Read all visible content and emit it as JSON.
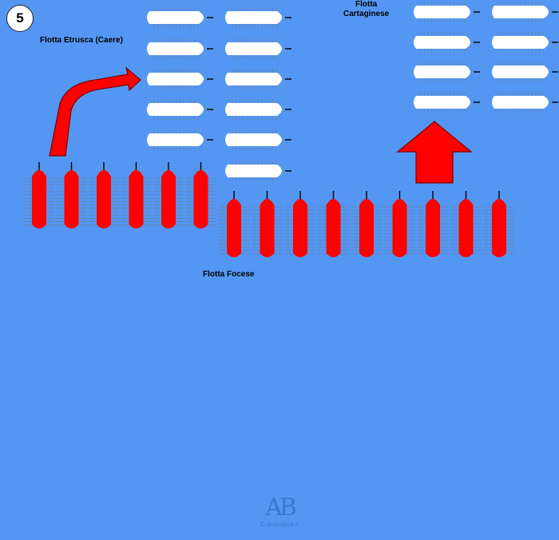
{
  "step_number": "5",
  "labels": {
    "etrusca": "Flotta Etrusca (Caere)",
    "cartaginese": "Flotta\nCartaginese",
    "focese": "Flotta Focese"
  },
  "watermark": {
    "mark": "AB",
    "copyright": "© arsbellica.it"
  },
  "colors": {
    "sea": "#5497f3",
    "phocaean_ship": "#ff0000",
    "enemy_ship": "#ffffff",
    "oars": "#6a7fa0",
    "arrow_fill": "#ff0000",
    "arrow_stroke": "#7a0000"
  },
  "fleets": {
    "etrusca": {
      "side": "enemy",
      "columns": 2,
      "ships_per_column": [
        5,
        6
      ],
      "heading": "east"
    },
    "cartaginese": {
      "side": "enemy",
      "columns": 2,
      "ships_per_column": [
        4,
        4
      ],
      "heading": "east"
    },
    "focese_left_group": {
      "side": "phocaean",
      "ships": 6,
      "heading": "north"
    },
    "focese_right_group": {
      "side": "phocaean",
      "ships": 9,
      "heading": "north"
    }
  },
  "movements": [
    {
      "name": "focesi-attack-etruscans",
      "shape": "curved-arrow",
      "direction": "up-then-right"
    },
    {
      "name": "focesi-attack-carthaginians",
      "shape": "block-arrow",
      "direction": "up"
    }
  ]
}
